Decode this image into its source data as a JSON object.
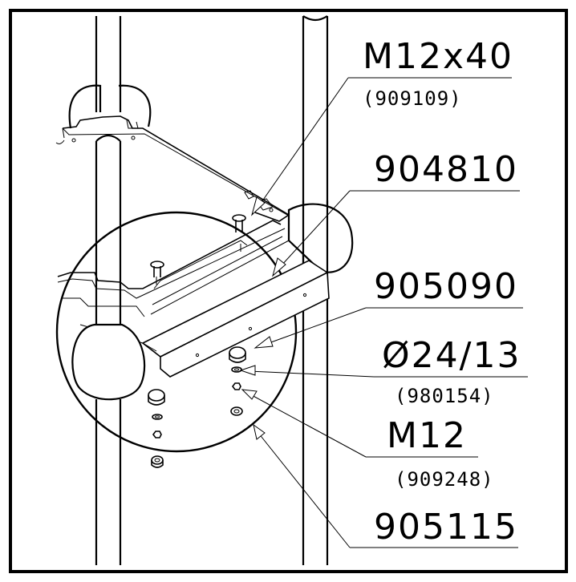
{
  "labels": {
    "m12x40": "M12x40",
    "m12x40_code": "(909109)",
    "bracket": "904810",
    "cap": "905090",
    "washer": "Ø24/13",
    "washer_code": "(980154)",
    "nut": "M12",
    "nut_code": "(909248)",
    "grommet": "905115"
  }
}
